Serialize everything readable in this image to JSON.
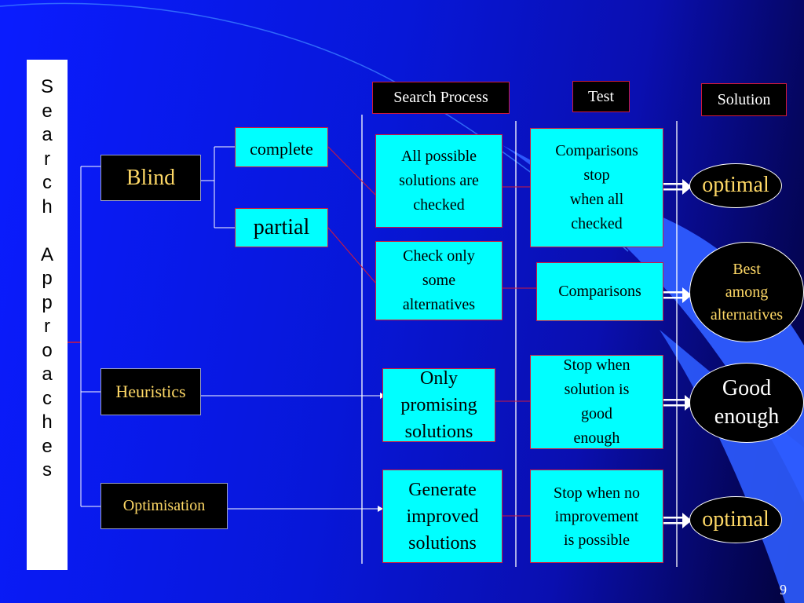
{
  "title_letters": [
    "S",
    "e",
    "a",
    "r",
    "c",
    "h",
    "",
    "A",
    "p",
    "p",
    "r",
    "o",
    "a",
    "c",
    "h",
    "e",
    "s"
  ],
  "headers": {
    "search_process": "Search Process",
    "test": "Test",
    "solution": "Solution"
  },
  "approaches": {
    "blind": "Blind",
    "heuristics": "Heuristics",
    "optimisation": "Optimisation"
  },
  "blind_types": {
    "complete": "complete",
    "partial": "partial"
  },
  "process": {
    "all_possible": "All possible\nsolutions are\nchecked",
    "check_only": "Check only\nsome\nalternatives",
    "only_promising": "Only\npromising\nsolutions",
    "generate_improved": "Generate\nimproved\nsolutions"
  },
  "tests": {
    "comparisons_stop": "Comparisons\nstop\nwhen all\nchecked",
    "comparisons": "Comparisons",
    "stop_good": "Stop when\nsolution is\ngood\nenough",
    "stop_no_improvement": "Stop when no\nimprovement\nis possible"
  },
  "solutions": {
    "optimal_1": "optimal",
    "best_among": "Best\namong\nalternatives",
    "good_enough": "Good\nenough",
    "optimal_2": "optimal"
  },
  "page_number": "9",
  "colors": {
    "background_dark": "#02023a",
    "background_bright": "#0a1cff",
    "box_cyan": "#00ffff",
    "label_gold": "#ffd966",
    "connector_red": "#d01a3c",
    "arc_blue": "#2e5cff"
  }
}
